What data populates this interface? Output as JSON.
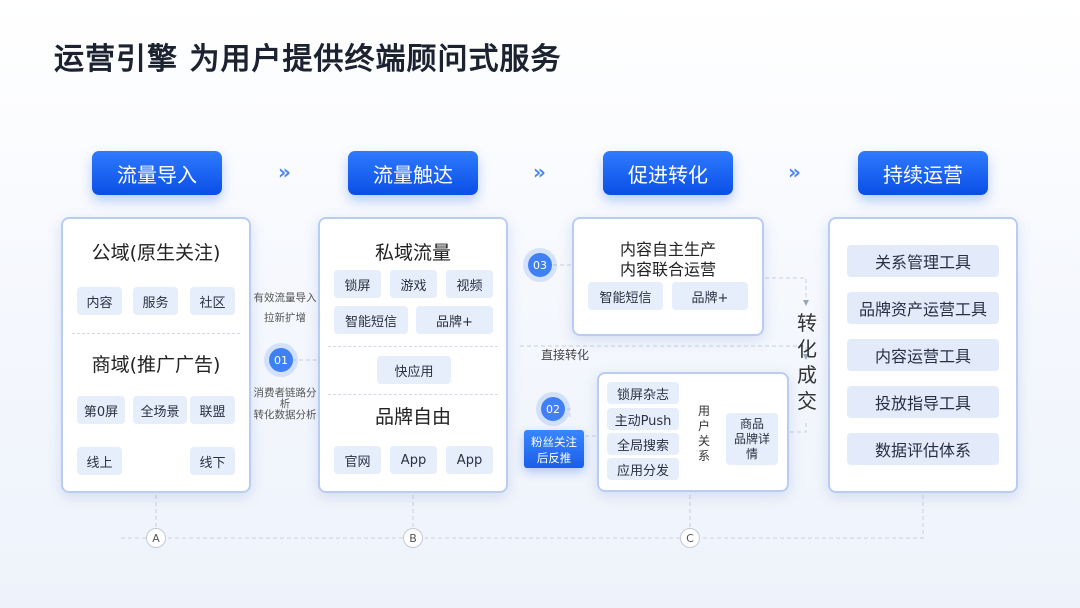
{
  "title": "运营引擎 为用户提供终端顾问式服务",
  "stages": [
    "流量导入",
    "流量触达",
    "促进转化",
    "持续运营"
  ],
  "flow_arrow": "»",
  "col_a": {
    "public_title": "公域(原生关注)",
    "public_items": [
      "内容",
      "服务",
      "社区"
    ],
    "commerce_title": "商域(推广广告)",
    "commerce_items": [
      "第0屏",
      "全场景",
      "联盟"
    ],
    "online": "线上",
    "offline": "线下"
  },
  "col_b": {
    "private_title": "私域流量",
    "private_items": [
      "锁屏",
      "游戏",
      "视频",
      "智能短信",
      "品牌+"
    ],
    "quick_app": "快应用",
    "brand_title": "品牌自由",
    "brand_items": [
      "官网",
      "App",
      "App"
    ]
  },
  "col_c": {
    "content_line1": "内容自主生产",
    "content_line2": "内容联合运营",
    "content_items": [
      "智能短信",
      "品牌+"
    ],
    "channels": [
      "锁屏杂志",
      "主动Push",
      "全局搜索",
      "应用分发"
    ],
    "user_relation": [
      "用",
      "户",
      "关",
      "系"
    ],
    "product_detail": [
      "商品",
      "品牌详",
      "情"
    ],
    "fans_line1": "粉丝关注",
    "fans_line2": "后反推"
  },
  "col_d": {
    "tools": [
      "关系管理工具",
      "品牌资产运营工具",
      "内容运营工具",
      "投放指导工具",
      "数据评估体系"
    ]
  },
  "conversion": [
    "转",
    "化",
    "成",
    "交"
  ],
  "labels": {
    "effective1": "有效流量导入",
    "effective2": "拉新扩增",
    "consumer1": "消费者链路分",
    "consumer2": "析",
    "consumer3": "转化数据分析",
    "direct": "直接转化"
  },
  "nums": [
    "01",
    "02",
    "03"
  ],
  "letters": [
    "A",
    "B",
    "C"
  ],
  "colors": {
    "accent": "#0a4fe6",
    "panel_border": "#b9cdf3",
    "chip_bg": "#e6edfb"
  }
}
